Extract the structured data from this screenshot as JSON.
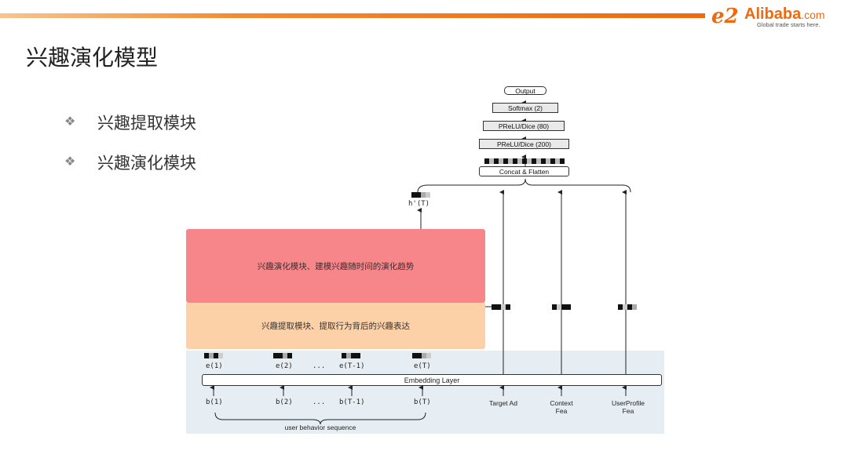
{
  "header": {
    "logo_mark": "e2",
    "logo_name": "Alibaba",
    "logo_com": ".com",
    "logo_tagline": "Global trade starts here.",
    "accent_color": "#ee6a10"
  },
  "page_title": "兴趣演化模型",
  "bullets": [
    {
      "marker": "❖",
      "text": "兴趣提取模块"
    },
    {
      "marker": "❖",
      "text": "兴趣演化模块"
    }
  ],
  "diagram": {
    "top_stack": {
      "output": "Output",
      "softmax": "Softmax (2)",
      "prelu_80": "PReLU/Dice (80)",
      "prelu_200": "PReLU/Dice (200)",
      "concat": "Concat & Flatten"
    },
    "h_label": "h'(T)",
    "evolution_block": "兴趣演化模块、建模兴趣随时间的演化趋势",
    "extraction_block": "兴趣提取模块、提取行为背后的兴趣表达",
    "embedding_layer": "Embedding Layer",
    "e_labels": [
      "e(1)",
      "e(2)",
      "...",
      "e(T-1)",
      "e(T)"
    ],
    "b_labels": [
      "b(1)",
      "b(2)",
      "...",
      "b(T-1)",
      "b(T)"
    ],
    "sequence_label": "user behavior sequence",
    "features": [
      {
        "line1": "Target Ad",
        "line2": ""
      },
      {
        "line1": "Context",
        "line2": "Fea"
      },
      {
        "line1": "UserProfile",
        "line2": "Fea"
      }
    ],
    "colors": {
      "evolution": "#f6868a",
      "extraction": "#fdd1a8",
      "panel": "#e7eef3"
    }
  }
}
